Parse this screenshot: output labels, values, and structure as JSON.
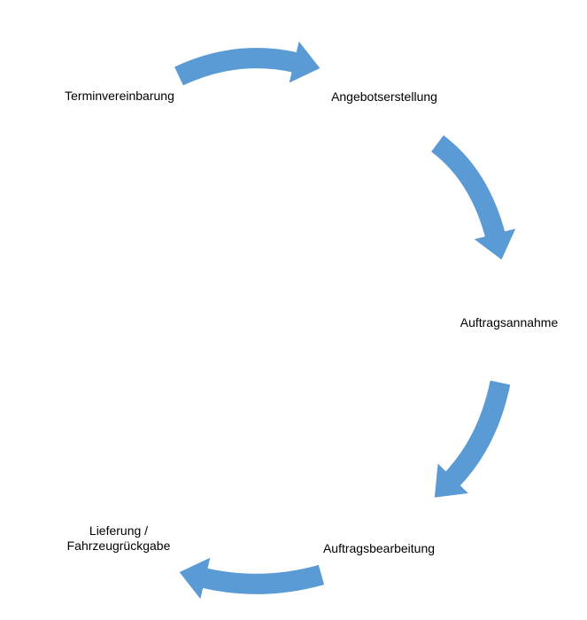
{
  "diagram": {
    "type": "cycle-process",
    "background_color": "#ffffff",
    "arrow_color": "#5b9bd5",
    "text_color": "#000000",
    "steps": [
      {
        "id": "terminvereinbarung",
        "label": "Terminvereinbarung",
        "position": "top-left"
      },
      {
        "id": "angebotserstellung",
        "label": "Angebotserstellung",
        "position": "top-right"
      },
      {
        "id": "auftragsannahme",
        "label": "Auftragsannahme",
        "position": "right"
      },
      {
        "id": "auftragsbearbeitung",
        "label": "Auftragsbearbeitung",
        "position": "bottom"
      },
      {
        "id": "lieferung",
        "label": "Lieferung /\nFahrzeugrückgabe",
        "position": "bottom-left"
      }
    ],
    "connections": [
      {
        "from": "Terminvereinbarung",
        "to": "Angebotserstellung"
      },
      {
        "from": "Angebotserstellung",
        "to": "Auftragsannahme"
      },
      {
        "from": "Auftragsannahme",
        "to": "Auftragsbearbeitung"
      },
      {
        "from": "Auftragsbearbeitung",
        "to": "Lieferung / Fahrzeugrückgabe"
      }
    ]
  }
}
